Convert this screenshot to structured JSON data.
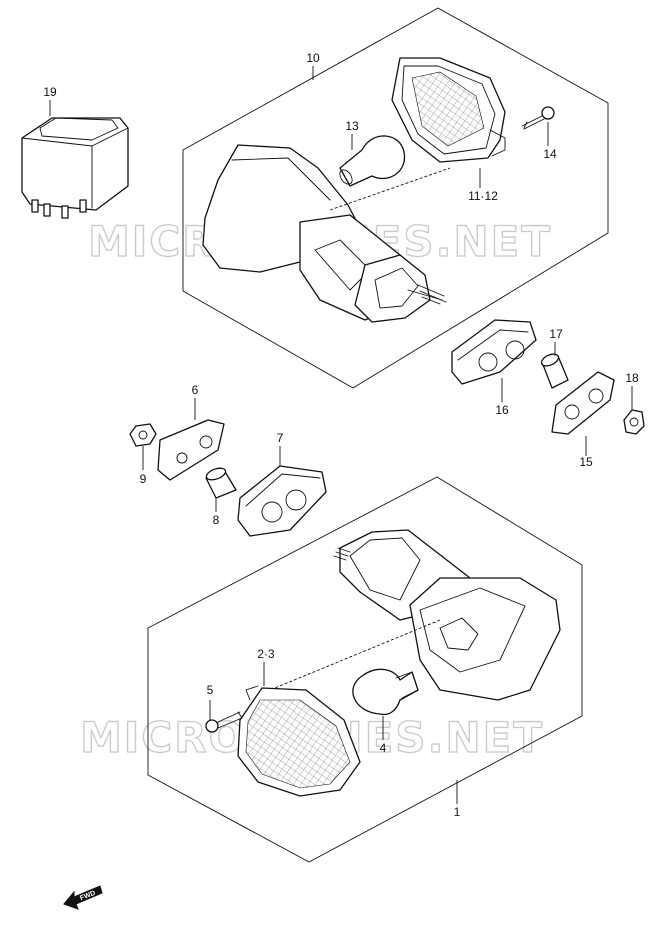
{
  "watermark": "MICROFICHES.NET",
  "callouts": {
    "c1": "1",
    "c2_3": "2·3",
    "c4": "4",
    "c5": "5",
    "c6": "6",
    "c7": "7",
    "c8": "8",
    "c9": "9",
    "c10": "10",
    "c11_12": "11·12",
    "c13": "13",
    "c14": "14",
    "c15": "15",
    "c16": "16",
    "c17": "17",
    "c18": "18",
    "c19": "19"
  },
  "fwd_label": "FWD",
  "colors": {
    "line": "#111111",
    "watermark": "#c9c9c9",
    "background": "#ffffff"
  }
}
